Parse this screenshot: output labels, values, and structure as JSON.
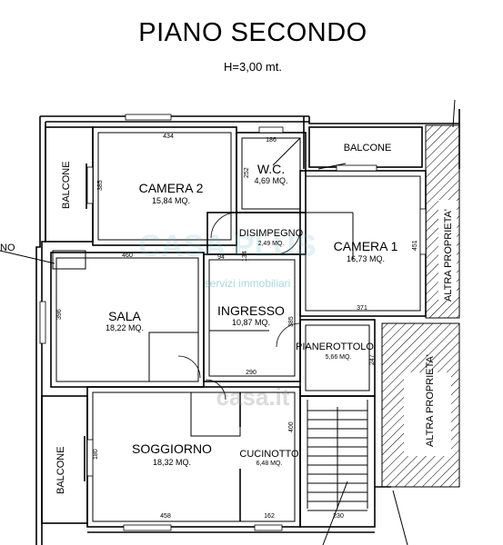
{
  "title": "PIANO SECONDO",
  "height_note": "H=3,00 mt.",
  "rooms": {
    "camera2": {
      "name": "CAMERA 2",
      "area": "15,84 MQ."
    },
    "wc": {
      "name": "W.C.",
      "area": "4,69 MQ."
    },
    "disimpegno": {
      "name": "DISIMPEGNO",
      "area": "2,49 MQ."
    },
    "camera1": {
      "name": "CAMERA 1",
      "area": "16,73 MQ."
    },
    "sala": {
      "name": "SALA",
      "area": "18,22 MQ."
    },
    "ingresso": {
      "name": "INGRESSO",
      "area": "10,87 MQ."
    },
    "pianerottolo": {
      "name": "PIANEROTTOLO",
      "area": "5,66 MQ."
    },
    "soggiorno": {
      "name": "SOGGIORNO",
      "area": "18,32 MQ."
    },
    "cucinotto": {
      "name": "CUCINOTTO",
      "area": "6,48 MQ."
    }
  },
  "labels": {
    "balcone_top_left": "BALCONE",
    "balcone_top_right": "BALCONE",
    "balcone_bottom_left": "BALCONE",
    "altra_proprieta_right": "ALTRA PROPRIETA'",
    "altra_proprieta_lower": "ALTRA PROPRIETA'",
    "no_left": "NO"
  },
  "dimensions": {
    "d434": "434",
    "d186": "186",
    "d385": "385",
    "d252": "252",
    "d460": "460",
    "d94": "94",
    "d134": "134",
    "d451": "451",
    "d371": "371",
    "d396": "396",
    "d385b": "385",
    "d290": "290",
    "d247": "247",
    "d400": "400",
    "d180": "180",
    "d458": "458",
    "d162": "162",
    "d230": "230"
  },
  "watermark": {
    "brand": "CASA PLUS",
    "tagline": "servizi immobiliari",
    "casa": "casa.it"
  }
}
